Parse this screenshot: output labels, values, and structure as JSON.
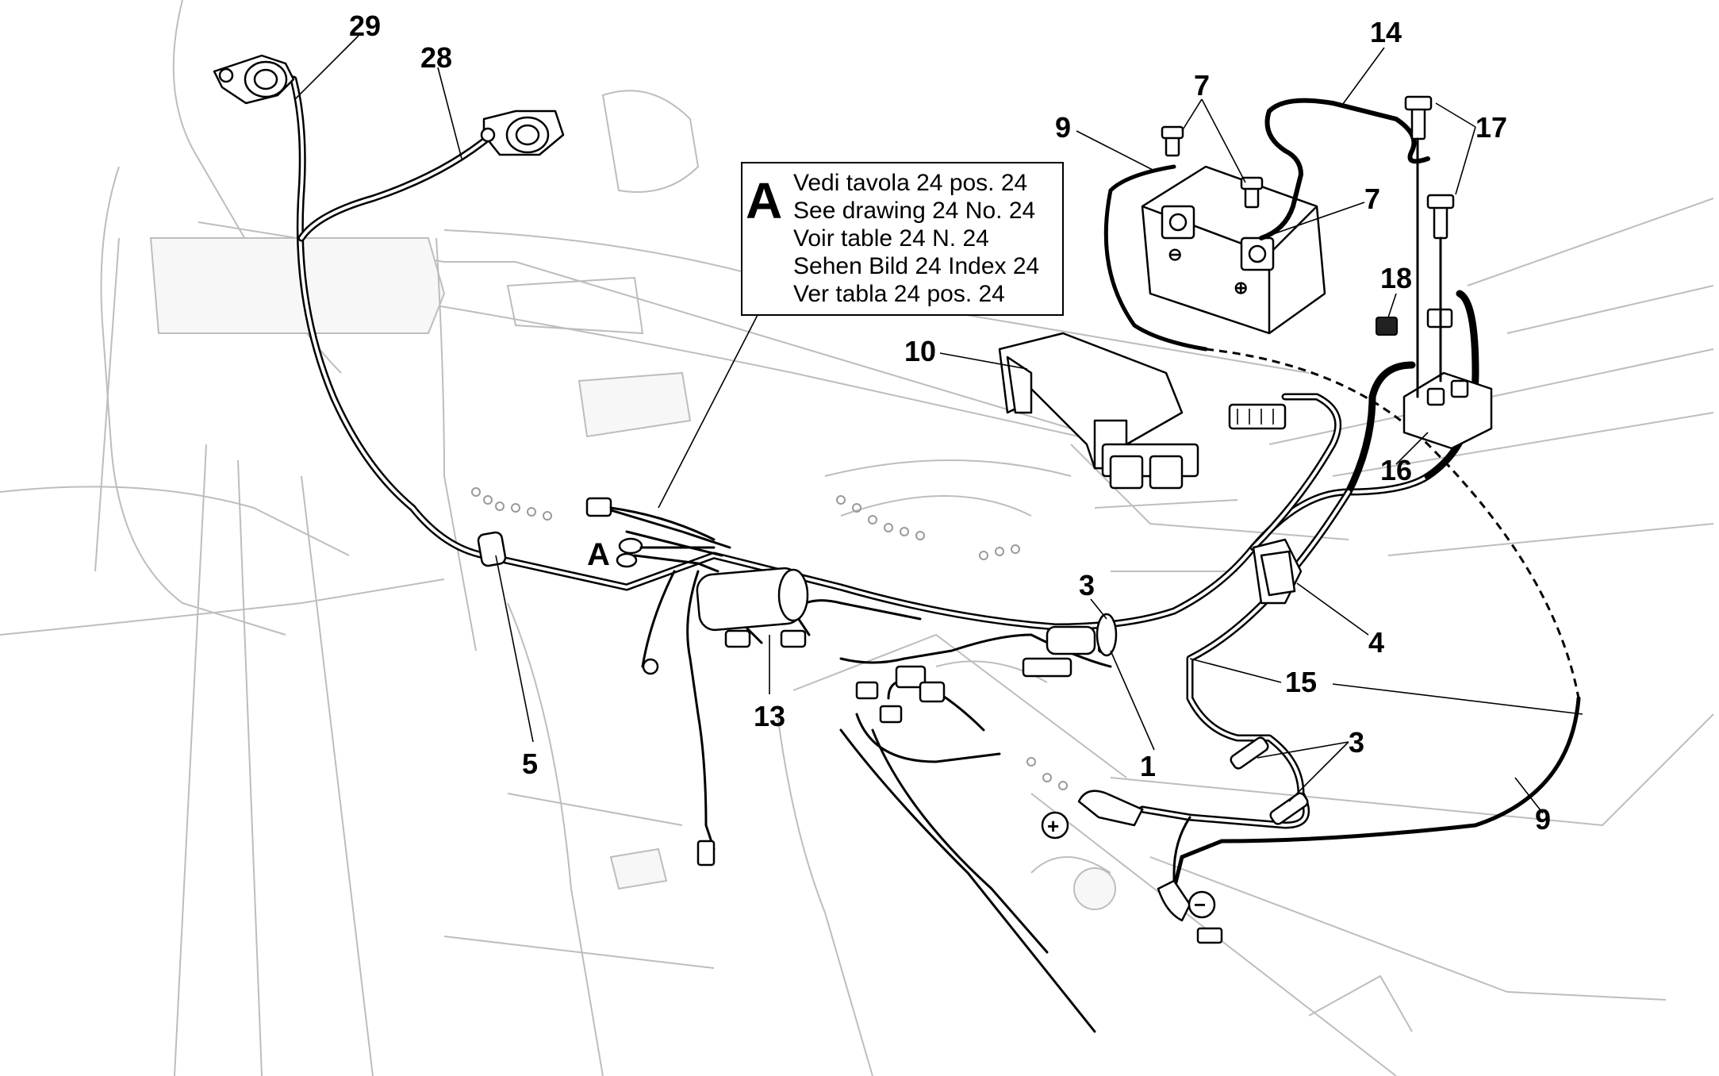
{
  "callouts": {
    "c29": "29",
    "c28": "28",
    "c14": "14",
    "c7a": "7",
    "c7b": "7",
    "c9a": "9",
    "c17": "17",
    "c18": "18",
    "c10": "10",
    "c16": "16",
    "c3a": "3",
    "c4": "4",
    "c15": "15",
    "c3b": "3",
    "c13": "13",
    "c5": "5",
    "c1": "1",
    "c9b": "9",
    "cA": "A"
  },
  "note": {
    "letter": "A",
    "lines": [
      "Vedi tavola 24 pos. 24",
      "See drawing 24 No. 24",
      "Voir table 24 N. 24",
      "Sehen Bild 24 Index 24",
      "Ver tabla 24 pos. 24"
    ]
  },
  "terminals": {
    "positive": "+",
    "negative": "−"
  }
}
